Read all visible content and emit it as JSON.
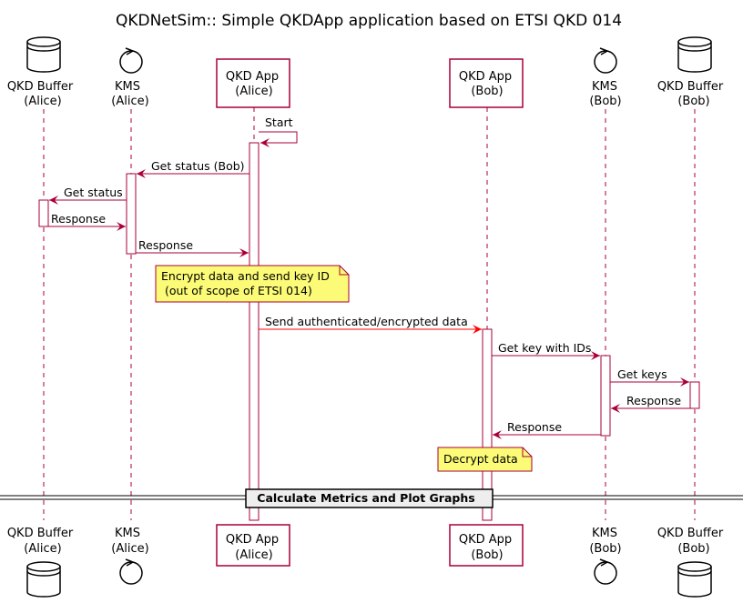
{
  "title": "QKDNetSim:: Simple QKDApp application based on ETSI QKD 014",
  "participants": [
    {
      "id": "buf_a",
      "type": "database",
      "line1": "QKD Buffer",
      "line2": "(Alice)"
    },
    {
      "id": "kms_a",
      "type": "control",
      "line1": "KMS",
      "line2": "(Alice)"
    },
    {
      "id": "app_a",
      "type": "box",
      "line1": "QKD App",
      "line2": "(Alice)"
    },
    {
      "id": "app_b",
      "type": "box",
      "line1": "QKD App",
      "line2": "(Bob)"
    },
    {
      "id": "kms_b",
      "type": "control",
      "line1": "KMS",
      "line2": "(Bob)"
    },
    {
      "id": "buf_b",
      "type": "database",
      "line1": "QKD Buffer",
      "line2": "(Bob)"
    }
  ],
  "messages": [
    {
      "from": "app_a",
      "to": "app_a",
      "label": "Start",
      "color": "#a80036"
    },
    {
      "from": "app_a",
      "to": "kms_a",
      "label": "Get status (Bob)",
      "color": "#a80036"
    },
    {
      "from": "kms_a",
      "to": "buf_a",
      "label": "Get status",
      "color": "#a80036"
    },
    {
      "from": "buf_a",
      "to": "kms_a",
      "label": "Response",
      "color": "#a80036"
    },
    {
      "from": "kms_a",
      "to": "app_a",
      "label": "Response",
      "color": "#a80036"
    },
    {
      "from": "app_a",
      "to": "app_b",
      "label": "Send authenticated/encrypted data",
      "color": "#ff0000"
    },
    {
      "from": "app_b",
      "to": "kms_b",
      "label": "Get key with IDs",
      "color": "#a80036"
    },
    {
      "from": "kms_b",
      "to": "buf_b",
      "label": "Get keys",
      "color": "#a80036"
    },
    {
      "from": "buf_b",
      "to": "kms_b",
      "label": "Response",
      "color": "#a80036"
    },
    {
      "from": "kms_b",
      "to": "app_b",
      "label": "Response",
      "color": "#a80036"
    }
  ],
  "notes": [
    {
      "line1": "Encrypt data and send key ID",
      "line2": " (out of scope of ETSI 014)"
    },
    {
      "line1": "Decrypt data",
      "line2": ""
    }
  ],
  "divider": {
    "label": "Calculate Metrics and Plot Graphs"
  },
  "colors": {
    "border": "#a80036",
    "note_fill": "#fbfb77",
    "note_border": "#a80036",
    "red_arrow": "#ff0000",
    "lifeline": "#a80036"
  }
}
